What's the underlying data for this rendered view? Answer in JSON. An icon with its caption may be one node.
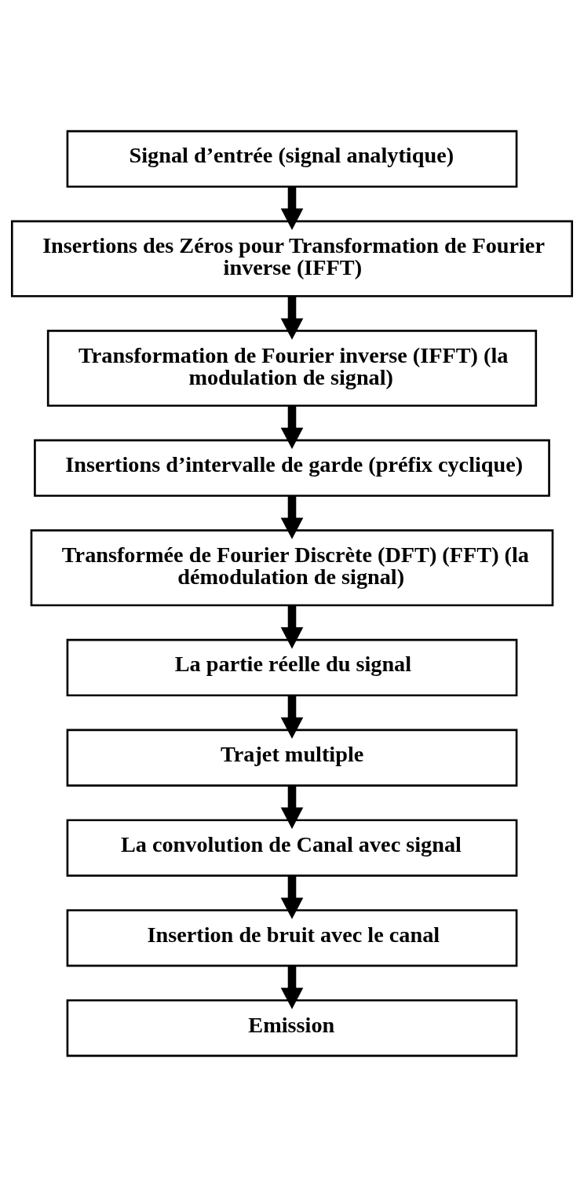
{
  "diagram": {
    "nodes": [
      {
        "text": [
          "Signal d’entrée (signal analytique)"
        ]
      },
      {
        "text": [
          "Insertions des Zéros pour Transformation de Fourier inverse (IFFT)"
        ]
      },
      {
        "text": [
          "Transformation de Fourier inverse (IFFT) (la modulation de signal)"
        ]
      },
      {
        "text": [
          "Insertions d’intervalle de garde (préfix cyclique)"
        ]
      },
      {
        "text": [
          "Transformée de Fourier Discrète (DFT) (FFT) (la démodulation de signal)"
        ]
      },
      {
        "text": [
          "La partie réelle du signal"
        ]
      },
      {
        "text": [
          "Trajet multiple"
        ]
      },
      {
        "text": [
          "La convolution de Canal avec signal"
        ]
      },
      {
        "text": [
          "Insertion de bruit avec le canal"
        ]
      },
      {
        "text": [
          "Emission"
        ]
      }
    ],
    "edges": [
      {
        "from": 0,
        "to": 1,
        "arrow": "to"
      },
      {
        "from": 1,
        "to": 2,
        "arrow": "to"
      },
      {
        "from": 2,
        "to": 3,
        "arrow": "to"
      },
      {
        "from": 3,
        "to": 4,
        "arrow": "to"
      },
      {
        "from": 4,
        "to": 5,
        "arrow": "to"
      },
      {
        "from": 5,
        "to": 6,
        "arrow": "to"
      },
      {
        "from": 6,
        "to": 7,
        "arrow": "to"
      },
      {
        "from": 7,
        "to": 8,
        "arrow": "to"
      },
      {
        "from": 8,
        "to": 9,
        "arrow": "to"
      }
    ]
  }
}
